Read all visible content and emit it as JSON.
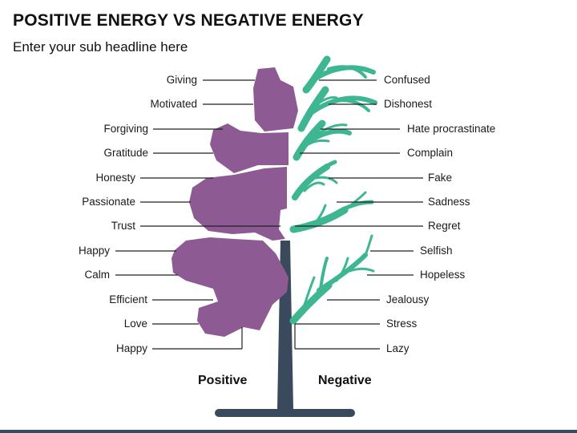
{
  "title": "POSITIVE ENERGY VS NEGATIVE ENERGY",
  "subtitle": "Enter your sub headline here",
  "positive": {
    "heading": "Positive",
    "items": [
      "Giving",
      "Motivated",
      "Forgiving",
      "Gratitude",
      "Honesty",
      "Passionate",
      "Trust",
      "Happy",
      "Calm",
      "Efficient",
      "Love",
      "Happy"
    ]
  },
  "negative": {
    "heading": "Negative",
    "items": [
      "Confused",
      "Dishonest",
      "Hate procrastinate",
      "Complain",
      "Fake",
      "Sadness",
      "Regret",
      "Selfish",
      "Hopeless",
      "Jealousy",
      "Stress",
      "Lazy"
    ]
  },
  "colors": {
    "positive": "#8e5a94",
    "negative": "#3db691",
    "trunk": "#3a4a5c",
    "line": "#222222"
  }
}
